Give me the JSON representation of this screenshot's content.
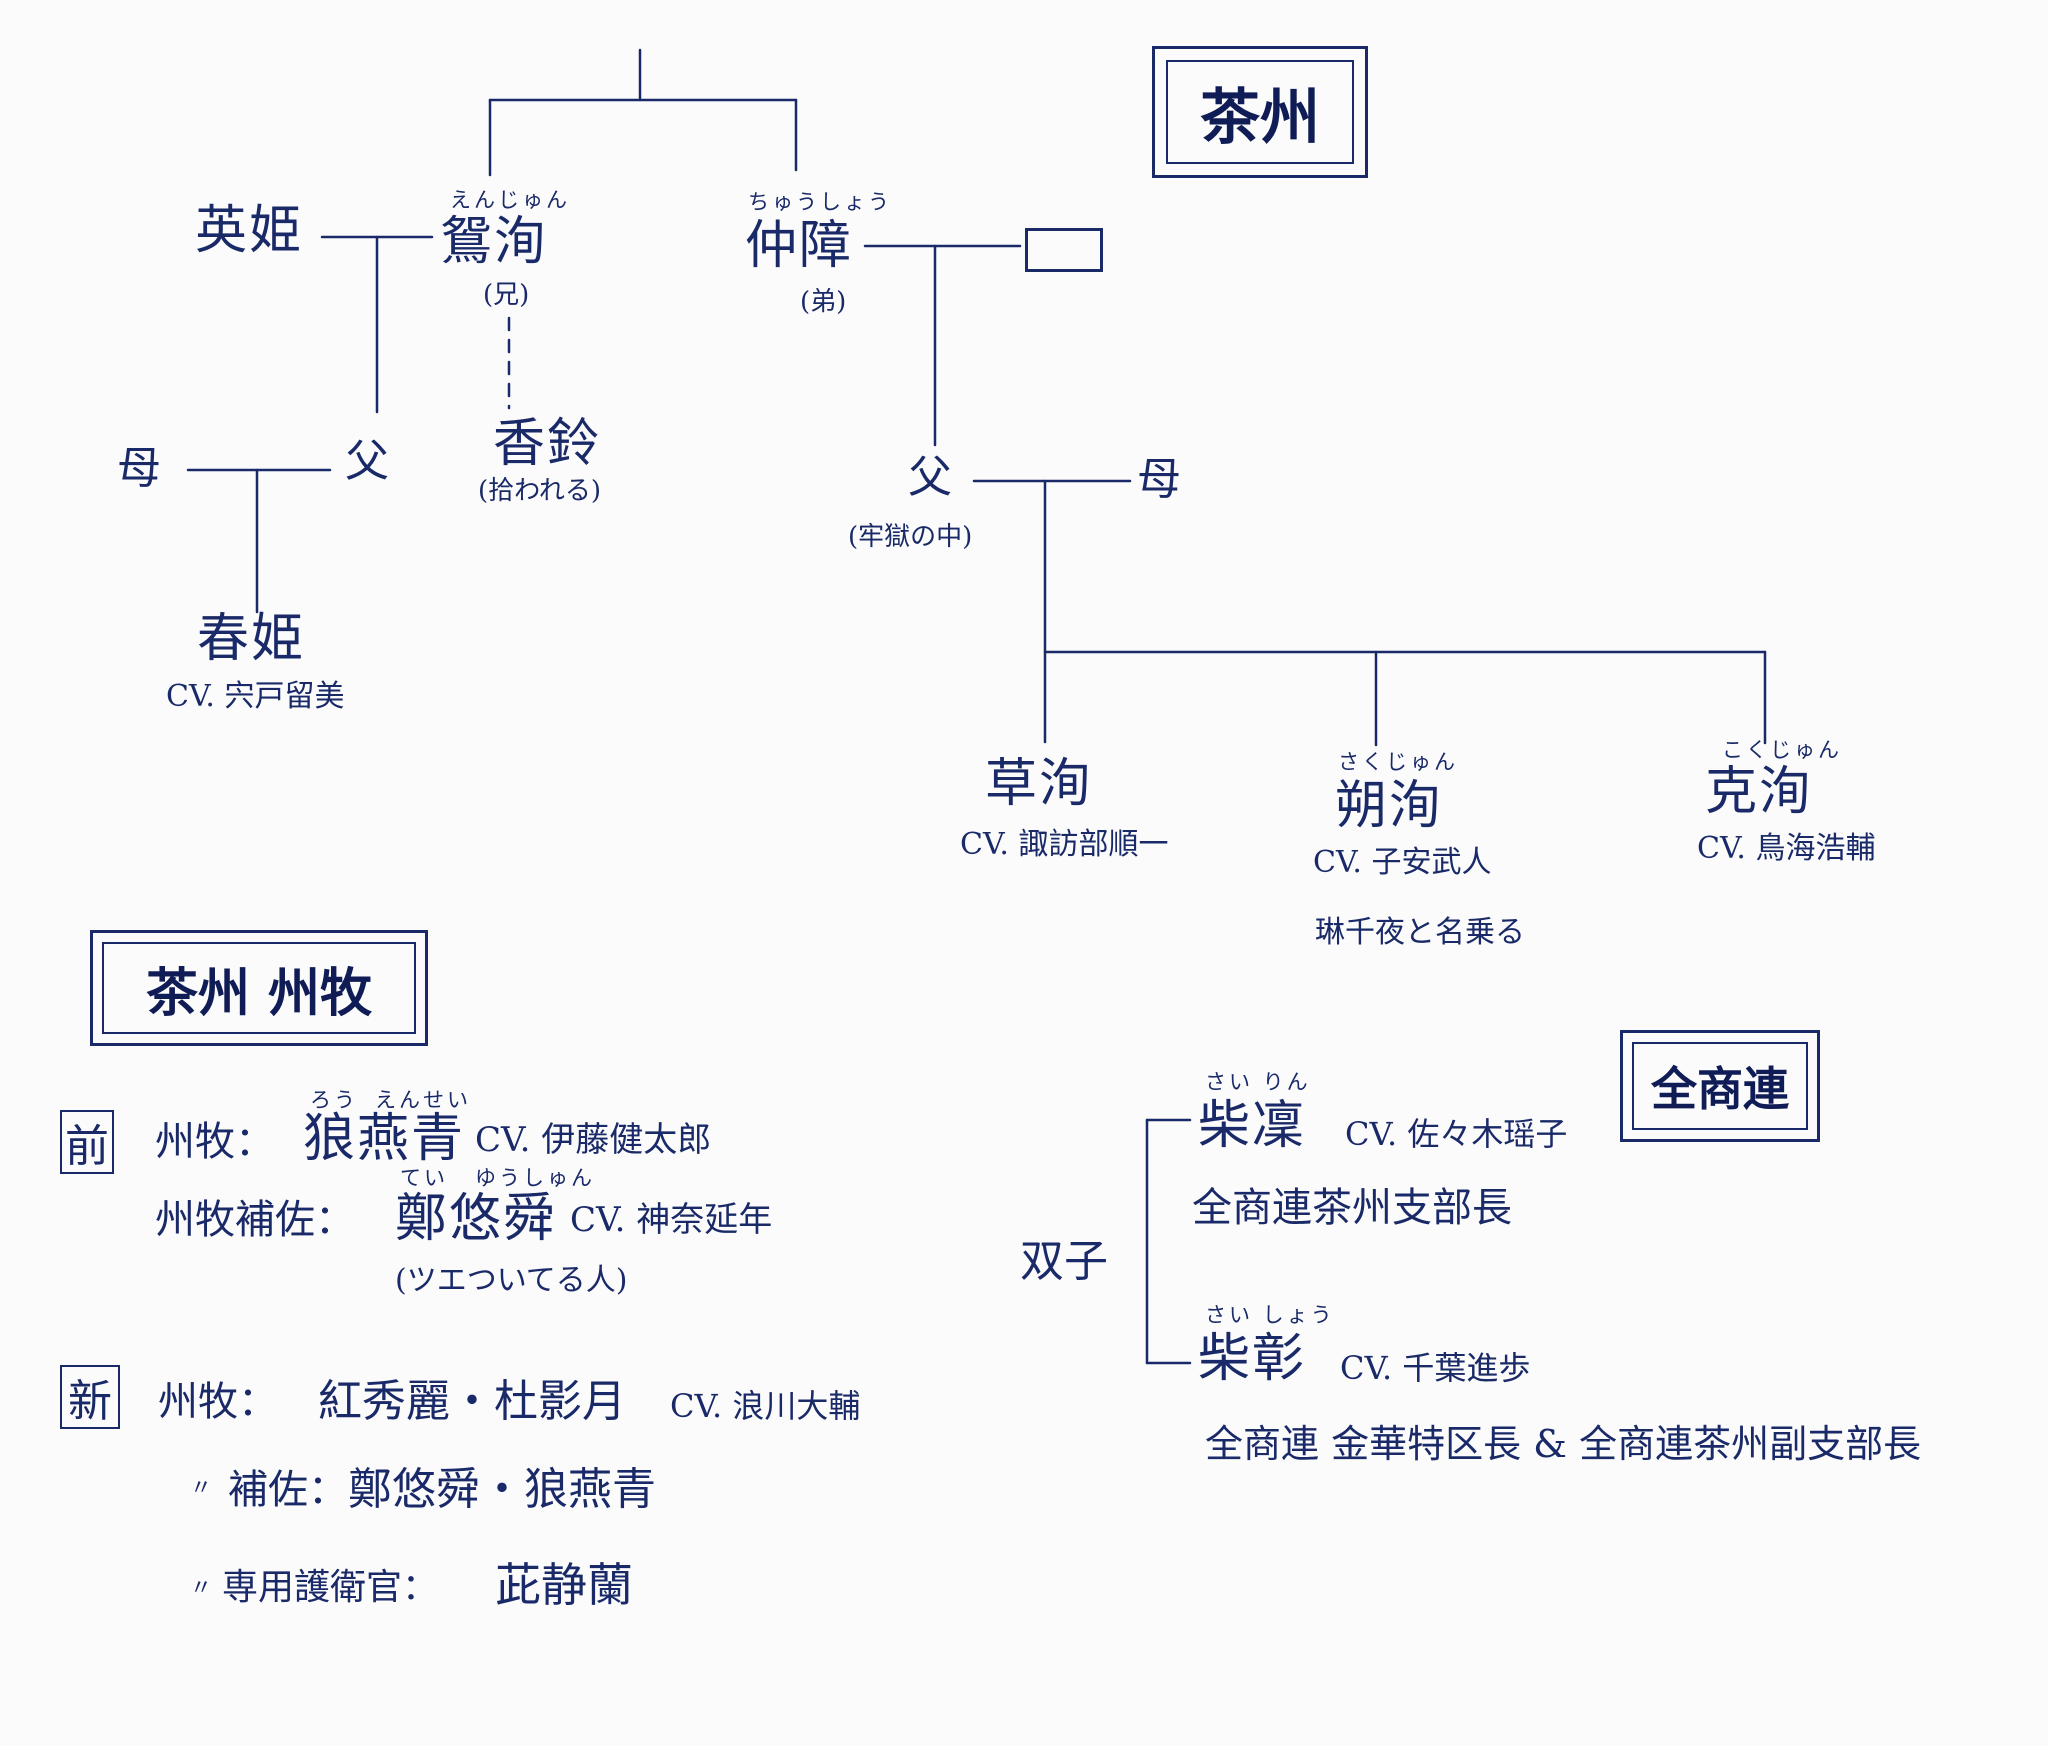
{
  "tree": {
    "title": "茶州",
    "ruby_enjun": "えんじゅん",
    "enjun": "鴛洵",
    "enjun_note": "(兄)",
    "ruby_chusho": "ちゅうしょう",
    "chusho": "仲障",
    "chusho_note": "(弟)",
    "eiki": "英姫",
    "kourin": "香鈴",
    "kourin_note": "(拾われる)",
    "left_mother": "母",
    "left_father": "父",
    "shunki": "春姫",
    "shunki_cv": "CV. 宍戸留美",
    "right_father": "父",
    "right_father_note": "(牢獄の中)",
    "right_mother": "母",
    "soujun": "草洵",
    "soujun_cv": "CV. 諏訪部順一",
    "ruby_sakujun": "さくじゅん",
    "sakujun": "朔洵",
    "sakujun_cv": "CV. 子安武人",
    "sakujun_note": "琳千夜と名乗る",
    "ruby_kokujun": "こくじゅん",
    "kokujun": "克洵",
    "kokujun_cv": "CV. 鳥海浩輔"
  },
  "governors": {
    "title": "茶州 州牧",
    "prev_mark": "前",
    "prev_role1": "州牧：",
    "ruby_rou": "ろう",
    "ruby_ensei": "えんせい",
    "prev_name1": "狼燕青",
    "prev_cv1": "CV. 伊藤健太郎",
    "prev_role2": "州牧補佐：",
    "ruby_tei": "てい",
    "ruby_yushun": "ゆうしゅん",
    "prev_name2": "鄭悠舜",
    "prev_cv2": "CV. 神奈延年",
    "prev_note2": "(ツエついてる人)",
    "new_mark": "新",
    "new_role1": "州牧：",
    "new_names1": "紅秀麗・杜影月",
    "new_cv1": "CV. 浪川大輔",
    "ditto1": "〃",
    "new_role2": "補佐：",
    "new_names2": "鄭悠舜・狼燕青",
    "ditto2": "〃",
    "new_role3": "専用護衛官：",
    "new_names3": "茈静蘭"
  },
  "merchants": {
    "title": "全商連",
    "twins_label": "双子",
    "ruby_sairin": "さい りん",
    "sairin": "柴凜",
    "sairin_cv": "CV. 佐々木瑶子",
    "sairin_role": "全商連茶州支部長",
    "ruby_saishou": "さい しょう",
    "saishou": "柴彰",
    "saishou_cv": "CV. 千葉進歩",
    "saishou_role": "全商連 金華特区長 & 全商連茶州副支部長"
  }
}
